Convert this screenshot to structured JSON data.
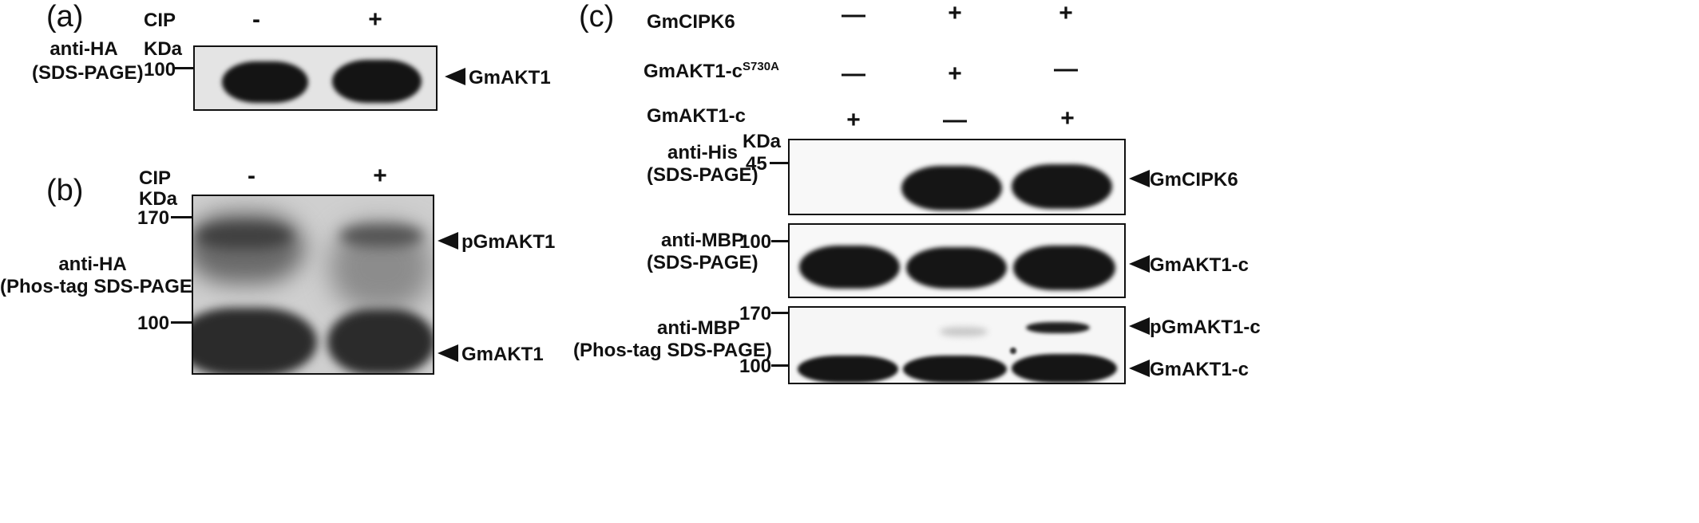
{
  "panel_a": {
    "label": "(a)",
    "cip_label": "CIP",
    "lane_signs": [
      "-",
      "+"
    ],
    "antibody": "anti-HA",
    "gel": "(SDS-PAGE)",
    "kda": "KDa",
    "marker": "100",
    "band_label": "GmAKT1"
  },
  "panel_b": {
    "label": "(b)",
    "cip_label": "CIP",
    "lane_signs": [
      "-",
      "+"
    ],
    "kda": "KDa",
    "antibody": "anti-HA",
    "gel": "(Phos-tag SDS-PAGE)",
    "marker_top": "170",
    "marker_bottom": "100",
    "band_top_label": "pGmAKT1",
    "band_bottom_label": "GmAKT1"
  },
  "panel_c": {
    "label": "(c)",
    "rows": [
      {
        "name": "GmCIPK6",
        "signs": [
          "—",
          "+",
          "+"
        ]
      },
      {
        "name": "GmAKT1-c",
        "sup": "S730A",
        "signs": [
          "—",
          "+",
          "—"
        ]
      },
      {
        "name": "GmAKT1-c",
        "signs": [
          "+",
          "—",
          "+"
        ]
      }
    ],
    "kda": "KDa",
    "blot1": {
      "antibody": "anti-His",
      "gel": "(SDS-PAGE)",
      "marker": "45",
      "band_label": "GmCIPK6"
    },
    "blot2": {
      "antibody": "anti-MBP",
      "gel": "(SDS-PAGE)",
      "marker": "100",
      "band_label": "GmAKT1-c"
    },
    "blot3": {
      "antibody": "anti-MBP",
      "gel": "(Phos-tag SDS-PAGE)",
      "marker_top": "170",
      "marker_bottom": "100",
      "band_top_label": "pGmAKT1-c",
      "band_bottom_label": "GmAKT1-c"
    }
  }
}
